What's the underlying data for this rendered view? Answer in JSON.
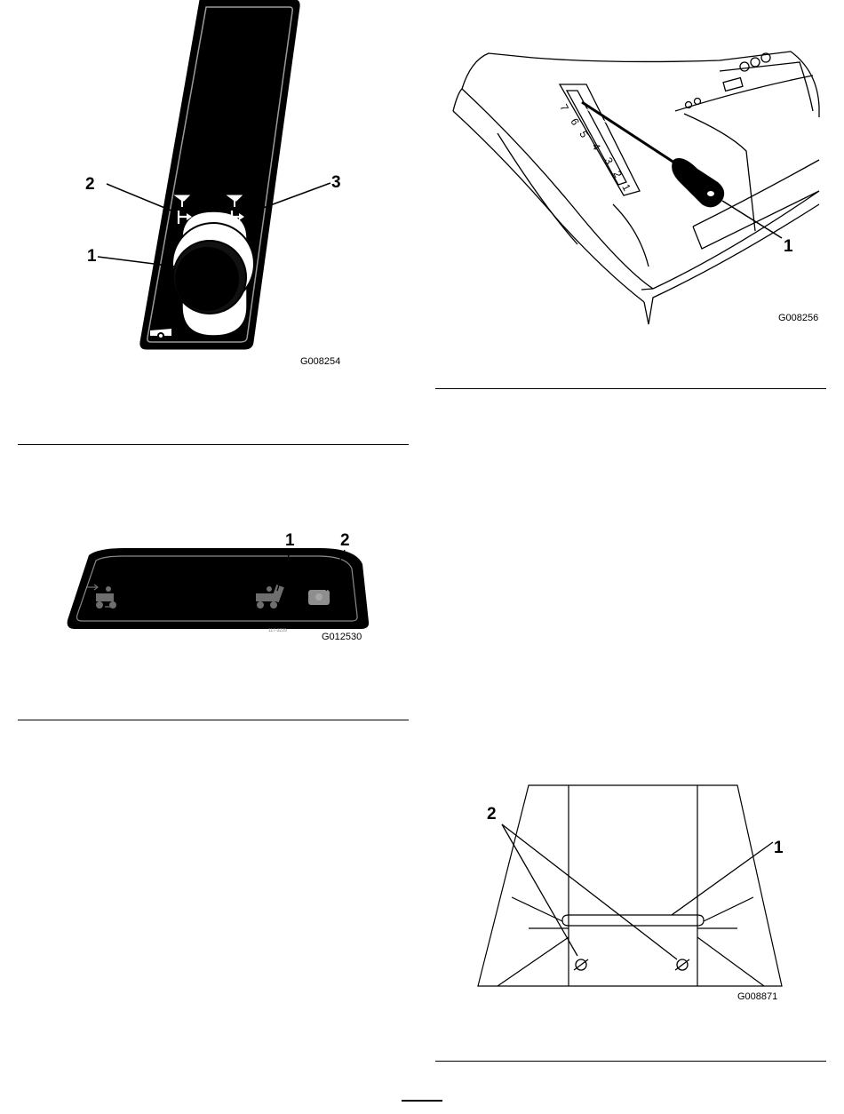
{
  "figures": [
    {
      "id": "choke-decal",
      "code": "G008254",
      "callouts": [
        "1",
        "2",
        "3"
      ]
    },
    {
      "id": "throttle-lever",
      "code": "G008256",
      "callouts": [
        "1"
      ],
      "scale_marks": [
        "7",
        "6",
        "5",
        "4",
        "3",
        "2",
        "1"
      ]
    },
    {
      "id": "indicator-panel",
      "code": "G012530",
      "callouts": [
        "1",
        "2"
      ],
      "part_number": "117-3229"
    },
    {
      "id": "chute-bottom",
      "code": "G008871",
      "callouts": [
        "1",
        "2"
      ]
    }
  ]
}
